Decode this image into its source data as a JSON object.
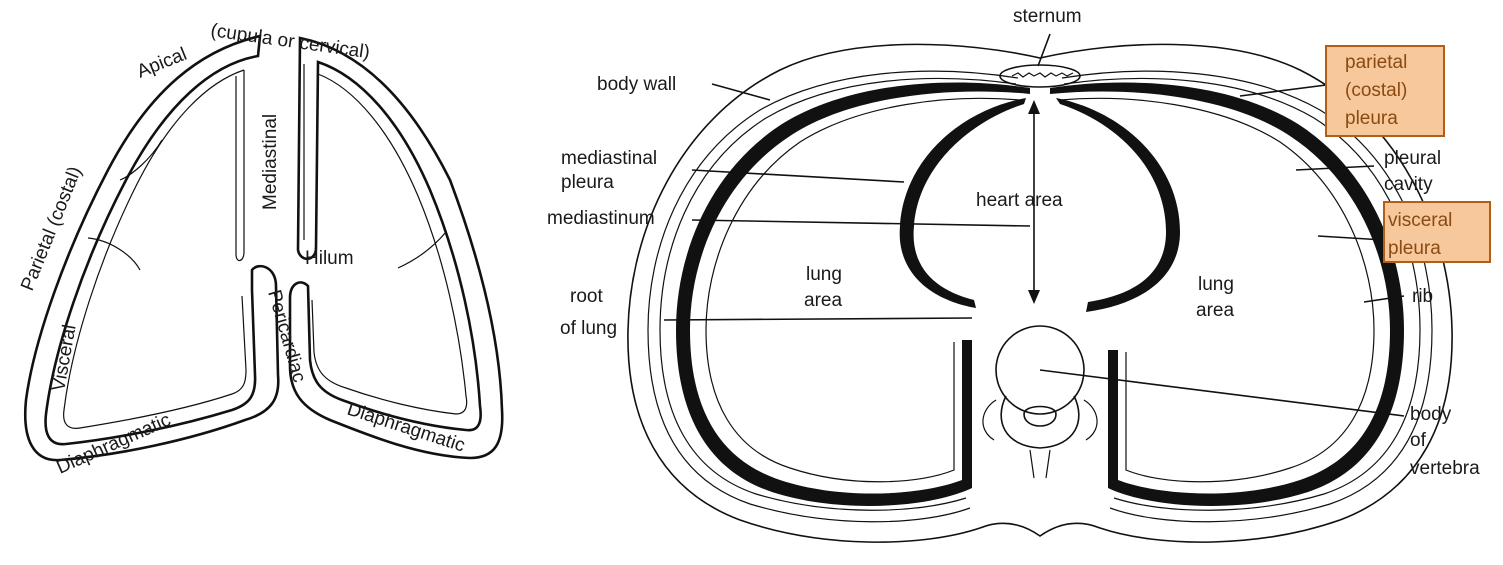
{
  "left_diagram": {
    "labels": {
      "apical": "Apical",
      "cupula": "(cupula or cervical)",
      "parietal_costal": "Parietal (costal)",
      "visceral": "Visceral",
      "mediastinal": "Mediastinal",
      "hilum": "Hilum",
      "pericardiac": "Pericardiac",
      "diaphragmatic_left": "Diaphragmatic",
      "diaphragmatic_right": "Diaphragmatic"
    }
  },
  "right_diagram": {
    "labels": {
      "sternum": "sternum",
      "body_wall": "body wall",
      "mediastinal_pleura_1": "mediastinal",
      "mediastinal_pleura_2": "pleura",
      "mediastinum": "mediastinum",
      "root_of_lung_1": "root",
      "root_of_lung_2": "of lung",
      "heart_area": "heart area",
      "lung_area_left_1": "lung",
      "lung_area_left_2": "area",
      "lung_area_right_1": "lung",
      "lung_area_right_2": "area",
      "parietal_costal_pleura_1": "parietal",
      "parietal_costal_pleura_2": "(costal)",
      "parietal_costal_pleura_3": "pleura",
      "pleural_cavity_1": "pleural",
      "pleural_cavity_2": "cavity",
      "visceral_pleura_1": "visceral",
      "visceral_pleura_2": "pleura",
      "rib": "rib",
      "body_of_vertebra_1": "body",
      "body_of_vertebra_2": "of",
      "body_of_vertebra_3": "vertebra"
    },
    "highlight_color": "#f6c89c",
    "highlight_border": "#b35d16"
  }
}
